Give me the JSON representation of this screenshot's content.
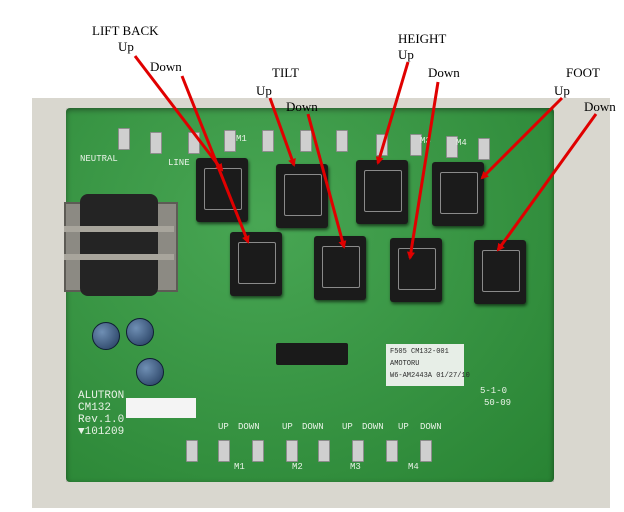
{
  "annotations": {
    "lift_back_title": "LIFT BACK",
    "lift_back_up": "Up",
    "lift_back_down": "Down",
    "tilt_title": "TILT",
    "tilt_up": "Up",
    "tilt_down": "Down",
    "height_title": "HEIGHT",
    "height_up": "Up",
    "height_down": "Down",
    "foot_title": "FOOT",
    "foot_up": "Up",
    "foot_down": "Down"
  },
  "board": {
    "brand": "ALUTRON",
    "model": "CM132",
    "revision": "Rev.1.0",
    "date_code": "▼101209",
    "neutral": "NEUTRAL",
    "line": "LINE",
    "sticker_line1": "F505 CM132-001",
    "sticker_line2": "AMOTORU",
    "sticker_line3": "W6-AM2443A 01/27/10",
    "stamp_line1": "5-1-0",
    "stamp_line2": "50-09",
    "bottom_labels": [
      "UP",
      "DOWN",
      "UP",
      "DOWN",
      "UP",
      "DOWN",
      "UP",
      "DOWN"
    ],
    "motor_labels": [
      "M1",
      "M2",
      "M3",
      "M4"
    ],
    "top_motor_labels": [
      "M1",
      "M3",
      "M4"
    ]
  },
  "colors": {
    "pcb": "#2f9a3c",
    "arrow": "#e00000",
    "relay": "#1b1b1b"
  }
}
